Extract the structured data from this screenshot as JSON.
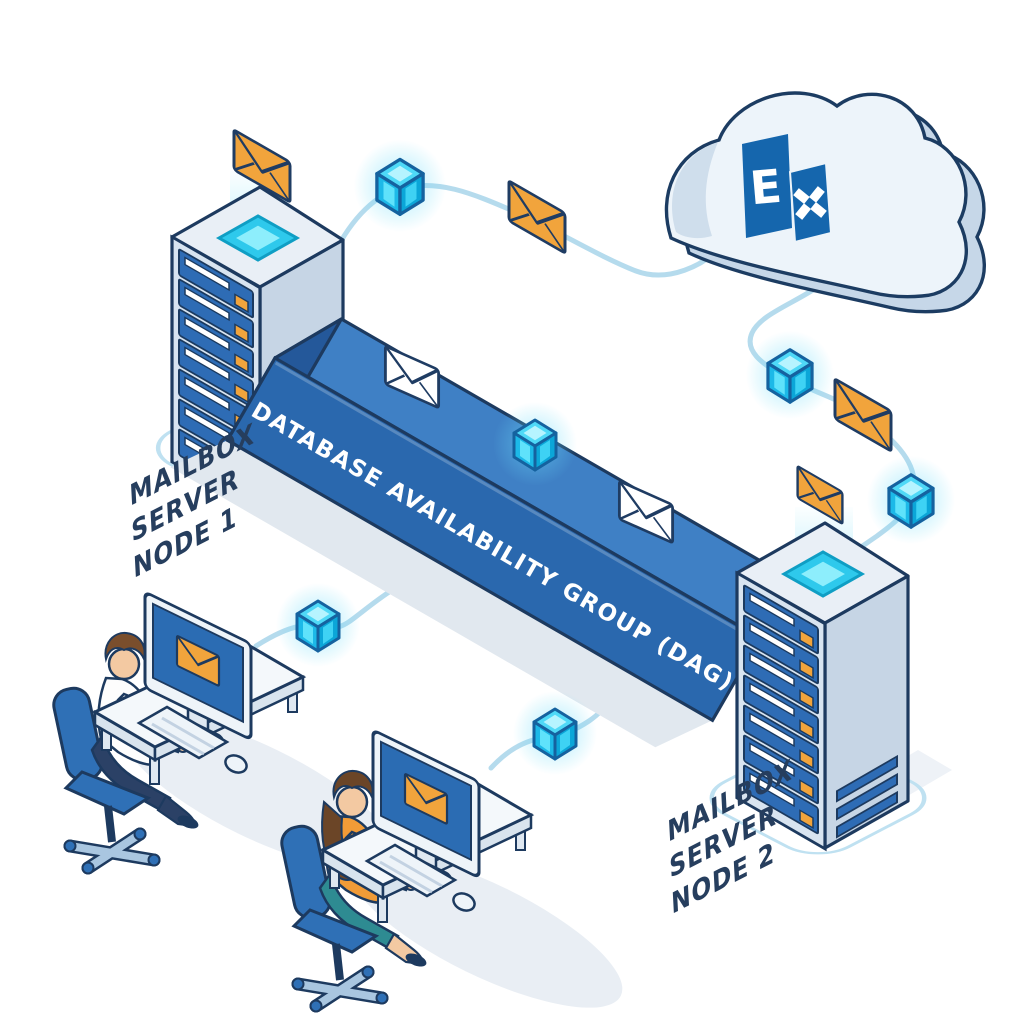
{
  "diagram": {
    "beam": {
      "label": "DATABASE AVAILABILITY GROUP (DAG)"
    },
    "node1": {
      "line1": "MAILBOX",
      "line2": "SERVER",
      "line3": "NODE 1"
    },
    "node2": {
      "line1": "MAILBOX",
      "line2": "SERVER",
      "line3": "NODE 2"
    },
    "cloud": {
      "logo_letter": "E"
    },
    "icons": {
      "envelope_orange": "email-envelope-icon",
      "envelope_white": "email-envelope-white-icon",
      "cube": "data-cube-icon",
      "cloud": "exchange-cloud-icon",
      "server": "mailbox-server-rack-icon",
      "workstation": "user-workstation-icon"
    },
    "colors": {
      "connector_line": "#b5dbed",
      "beam_front": "#2a68ae",
      "beam_top": "#3f80c5",
      "server_panel": "#2e6cb5",
      "cube_cyan": "#29c8f0",
      "envelope_orange": "#f1a43c",
      "outline_navy": "#1d3a5f",
      "label_navy": "#263e5e",
      "logo_blue": "#1566ad"
    }
  }
}
